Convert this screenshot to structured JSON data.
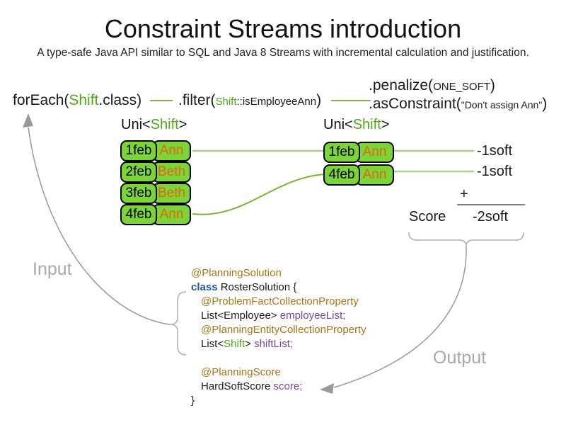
{
  "title": "Constraint Streams introduction",
  "subtitle": "A type-safe Java API similar to SQL and Java 8 Streams with incremental calculation and justification.",
  "labels": {
    "input": "Input",
    "output": "Output"
  },
  "pipeline": {
    "foreach_prefix": "forEach(",
    "foreach_type": "Shift",
    "foreach_suffix": ".class)",
    "filter_prefix": ".filter(",
    "filter_arg_type": "Shift",
    "filter_arg_rest": "::isEmployeeAnn",
    "filter_suffix": ")",
    "penalize_prefix": ".penalize(",
    "penalize_arg": "ONE_SOFT",
    "penalize_suffix": ")",
    "asconstraint_prefix": ".asConstraint(",
    "asconstraint_arg": "\"Don't assign Ann\"",
    "asconstraint_suffix": ")"
  },
  "left_table": {
    "label_prefix": "Uni<",
    "label_type": "Shift",
    "label_suffix": ">",
    "rows": [
      {
        "date": "1feb",
        "name": "Ann"
      },
      {
        "date": "2feb",
        "name": "Beth"
      },
      {
        "date": "3feb",
        "name": "Beth"
      },
      {
        "date": "4feb",
        "name": "Ann"
      }
    ]
  },
  "right_table": {
    "label_prefix": "Uni<",
    "label_type": "Shift",
    "label_suffix": ">",
    "rows": [
      {
        "date": "1feb",
        "name": "Ann"
      },
      {
        "date": "4feb",
        "name": "Ann"
      }
    ]
  },
  "scores": {
    "row_scores": [
      "-1soft",
      "-1soft"
    ],
    "plus_sign": "+",
    "score_label": "Score",
    "total_score": "-2soft"
  },
  "code": {
    "lines": [
      {
        "indent": false,
        "tokens": [
          {
            "t": "@PlanningSolution",
            "c": "ann"
          }
        ]
      },
      {
        "indent": false,
        "tokens": [
          {
            "t": "class",
            "c": "kw"
          },
          {
            "t": " RosterSolution {",
            "c": "pl"
          }
        ]
      },
      {
        "indent": true,
        "tokens": [
          {
            "t": "@ProblemFactCollectionProperty",
            "c": "ann"
          }
        ]
      },
      {
        "indent": true,
        "tokens": [
          {
            "t": "List<Employee> ",
            "c": "pl"
          },
          {
            "t": "employeeList;",
            "c": "var"
          }
        ]
      },
      {
        "indent": true,
        "tokens": [
          {
            "t": "@PlanningEntityCollectionProperty",
            "c": "ann"
          }
        ]
      },
      {
        "indent": true,
        "tokens": [
          {
            "t": "List<",
            "c": "pl"
          },
          {
            "t": "Shift",
            "c": "grn"
          },
          {
            "t": "> ",
            "c": "pl"
          },
          {
            "t": "shiftList;",
            "c": "var"
          }
        ]
      },
      {
        "indent": false,
        "tokens": []
      },
      {
        "indent": true,
        "tokens": [
          {
            "t": "@PlanningScore",
            "c": "ann"
          }
        ]
      },
      {
        "indent": true,
        "tokens": [
          {
            "t": "HardSoftScore ",
            "c": "pl"
          },
          {
            "t": "score;",
            "c": "var"
          }
        ]
      },
      {
        "indent": false,
        "tokens": [
          {
            "t": "}",
            "c": "pl"
          }
        ]
      }
    ]
  },
  "colors": {
    "type_green": "#51a818",
    "cell_green": "#7bd438",
    "employee_orange": "#e0660c",
    "connector_green": "#82b74a",
    "pale_line_green": "#a9ce87",
    "curve_green": "#76b82f",
    "annotation_gold": "#a97518",
    "keyword_blue": "#2456a6",
    "variable_purple": "#7d4596",
    "flow_gray": "#a9a9a9"
  }
}
